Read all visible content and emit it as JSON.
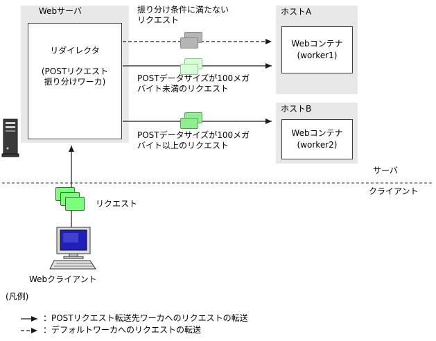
{
  "web_server": {
    "title": "Webサーバ",
    "redirector_line1": "リダイレクタ",
    "redirector_line2": "(POSTリクエスト",
    "redirector_line3": "振り分けワーカ)"
  },
  "host_a": {
    "title": "ホストA",
    "container": "Webコンテナ",
    "worker": "(worker1)"
  },
  "host_b": {
    "title": "ホストB",
    "container": "Webコンテナ",
    "worker": "(worker2)"
  },
  "flows": {
    "default_line1": "振り分け条件に満たない",
    "default_line2": "リクエスト",
    "small_line1": "POSTデータサイズが100メガ",
    "small_line2": "バイト未満のリクエスト",
    "large_line1": "POSTデータサイズが100メガ",
    "large_line2": "バイト以上のリクエスト"
  },
  "client": {
    "request_label": "リクエスト",
    "label": "Webクライアント"
  },
  "zones": {
    "server": "サーバ",
    "client": "クライアント"
  },
  "legend": {
    "title": "(凡例)",
    "solid_label": "：POSTリクエスト転送先ワーカへのリクエストの転送",
    "dashed_label": "：デフォルトワーカへのリクエストの転送"
  },
  "icons": {
    "server": "server-tower-icon",
    "client": "desktop-computer-icon",
    "gray_document": "document-stack-gray-icon",
    "light_green_document": "document-stack-lightgreen-icon",
    "green_document": "document-stack-green-icon",
    "request_stack": "request-document-stack-icon"
  },
  "colors": {
    "box_gray": "#e8e8e8",
    "doc_gray": "#b5b5b5",
    "doc_light_green": "#d9ffd9",
    "doc_green": "#90ee90",
    "request_green": "#7dff7d",
    "screen_blue": "#2020b8"
  }
}
